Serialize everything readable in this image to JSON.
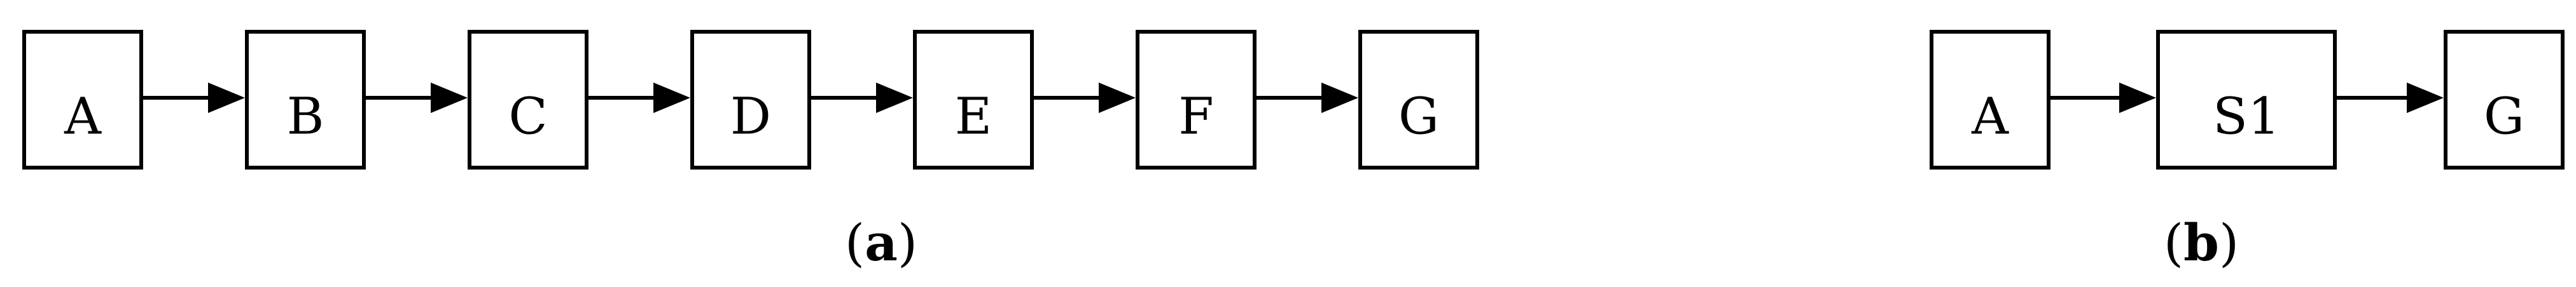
{
  "panels": [
    {
      "id": "a",
      "caption_open": "(",
      "caption_letter": "a",
      "caption_close": ")",
      "nodes": [
        {
          "id": "A",
          "label": "A"
        },
        {
          "id": "B",
          "label": "B"
        },
        {
          "id": "C",
          "label": "C"
        },
        {
          "id": "D",
          "label": "D"
        },
        {
          "id": "E",
          "label": "E"
        },
        {
          "id": "F",
          "label": "F"
        },
        {
          "id": "G",
          "label": "G"
        }
      ],
      "edges": [
        {
          "from": "A",
          "to": "B"
        },
        {
          "from": "B",
          "to": "C"
        },
        {
          "from": "C",
          "to": "D"
        },
        {
          "from": "D",
          "to": "E"
        },
        {
          "from": "E",
          "to": "F"
        },
        {
          "from": "F",
          "to": "G"
        }
      ]
    },
    {
      "id": "b",
      "caption_open": "(",
      "caption_letter": "b",
      "caption_close": ")",
      "nodes": [
        {
          "id": "A",
          "label": "A"
        },
        {
          "id": "S1",
          "label": "S1"
        },
        {
          "id": "G",
          "label": "G"
        }
      ],
      "edges": [
        {
          "from": "A",
          "to": "S1"
        },
        {
          "from": "S1",
          "to": "G"
        }
      ]
    }
  ],
  "colors": {
    "stroke": "#000000",
    "background": "#ffffff"
  }
}
